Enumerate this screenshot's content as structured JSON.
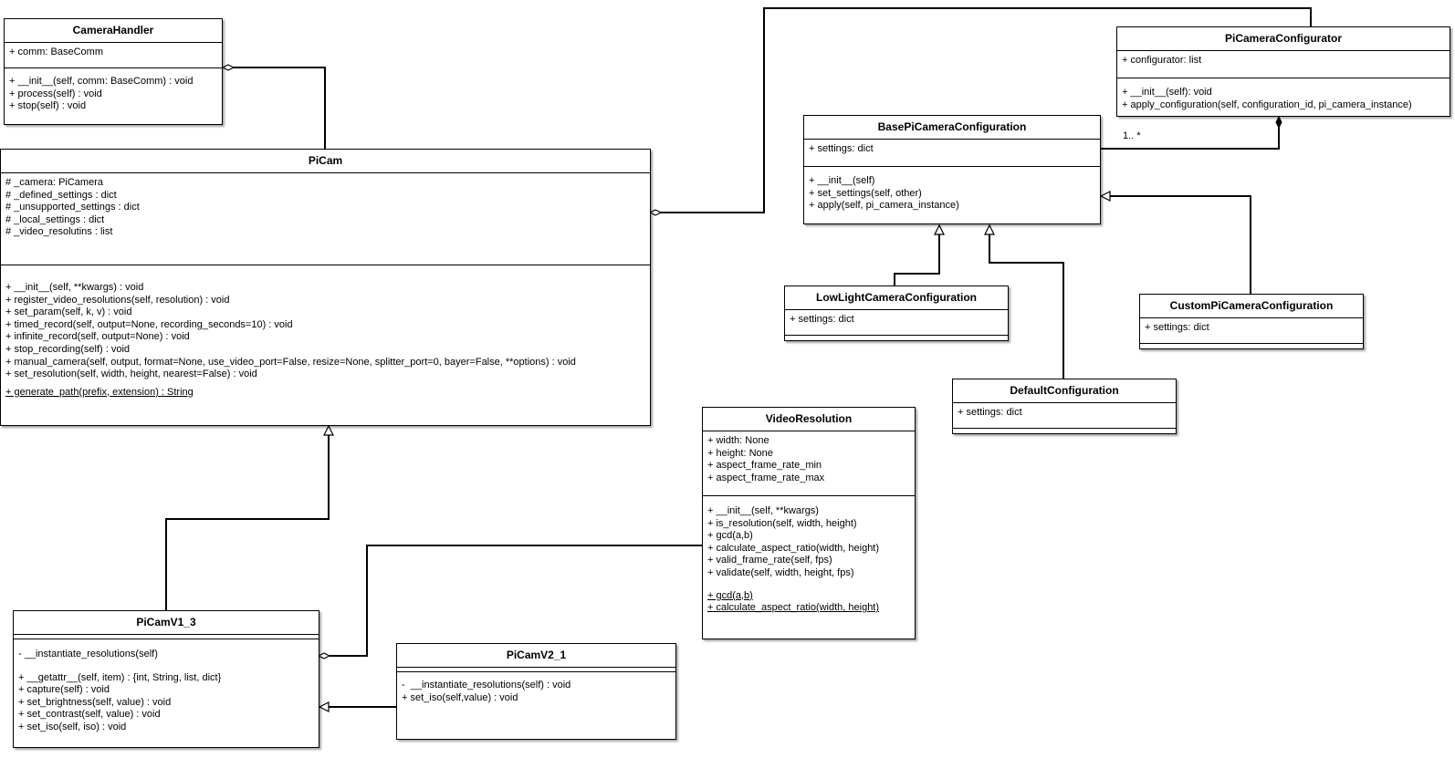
{
  "classes": {
    "camera_handler": {
      "name": "CameraHandler",
      "attributes": [
        "+ comm: BaseComm"
      ],
      "operations": [
        "+ __init__(self, comm: BaseComm) : void",
        "+ process(self) : void",
        "+ stop(self) : void"
      ]
    },
    "picam": {
      "name": "PiCam",
      "attributes": [
        "# _camera: PiCamera",
        "# _defined_settings : dict",
        "# _unsupported_settings : dict",
        "# _local_settings : dict",
        "# _video_resolutins : list"
      ],
      "operations": [
        "+ __init__(self, **kwargs) : void",
        "+ register_video_resolutions(self, resolution) : void",
        "+ set_param(self, k, v) : void",
        "+ timed_record(self, output=None, recording_seconds=10) : void",
        "+ infinite_record(self, output=None) : void",
        "+ stop_recording(self) : void",
        "+ manual_camera(self, output, format=None, use_video_port=False, resize=None, splitter_port=0, bayer=False, **options) : void",
        "+ set_resolution(self, width, height, nearest=False) : void"
      ],
      "static_operations": [
        "+ generate_path(prefix, extension) : String"
      ]
    },
    "picamv1_3": {
      "name": "PiCamV1_3",
      "operations_a": [
        "- __instantiate_resolutions(self)"
      ],
      "operations_b": [
        "+ __getattr__(self, item) : {int, String, list, dict}",
        "+ capture(self) : void",
        "+ set_brightness(self, value) : void",
        "+ set_contrast(self, value) : void",
        "+ set_iso(self, iso) : void"
      ]
    },
    "picamv2_1": {
      "name": "PiCamV2_1",
      "operations": [
        "-  __instantiate_resolutions(self) : void",
        "+ set_iso(self,value) : void"
      ]
    },
    "video_resolution": {
      "name": "VideoResolution",
      "attributes": [
        "+ width: None",
        "+ height: None",
        "+ aspect_frame_rate_min",
        "+ aspect_frame_rate_max"
      ],
      "operations": [
        "+ __init__(self, **kwargs)",
        "+ is_resolution(self, width, height)",
        "+ gcd(a,b)",
        "+ calculate_aspect_ratio(width, height)",
        "+ valid_frame_rate(self, fps)",
        "+ validate(self, width, height, fps)"
      ],
      "static_operations": [
        "+ gcd(a,b)",
        "+ calculate_aspect_ratio(width, height)"
      ]
    },
    "base_config": {
      "name": "BasePiCameraConfiguration",
      "attributes": [
        "+ settings: dict"
      ],
      "operations": [
        "+ __init__(self)",
        "+ set_settings(self, other)",
        "+ apply(self, pi_camera_instance)"
      ]
    },
    "configurator": {
      "name": "PiCameraConfigurator",
      "attributes": [
        "+ configurator: list"
      ],
      "operations": [
        "+ __init__(self): void",
        "+ apply_configuration(self, configuration_id, pi_camera_instance)"
      ]
    },
    "lowlight": {
      "name": "LowLightCameraConfiguration",
      "attributes": [
        "+ settings: dict"
      ]
    },
    "custom": {
      "name": "CustomPiCameraConfiguration",
      "attributes": [
        "+ settings: dict"
      ]
    },
    "default": {
      "name": "DefaultConfiguration",
      "attributes": [
        "+ settings: dict"
      ]
    }
  },
  "multiplicity": {
    "configurator_base": "1.. *"
  }
}
